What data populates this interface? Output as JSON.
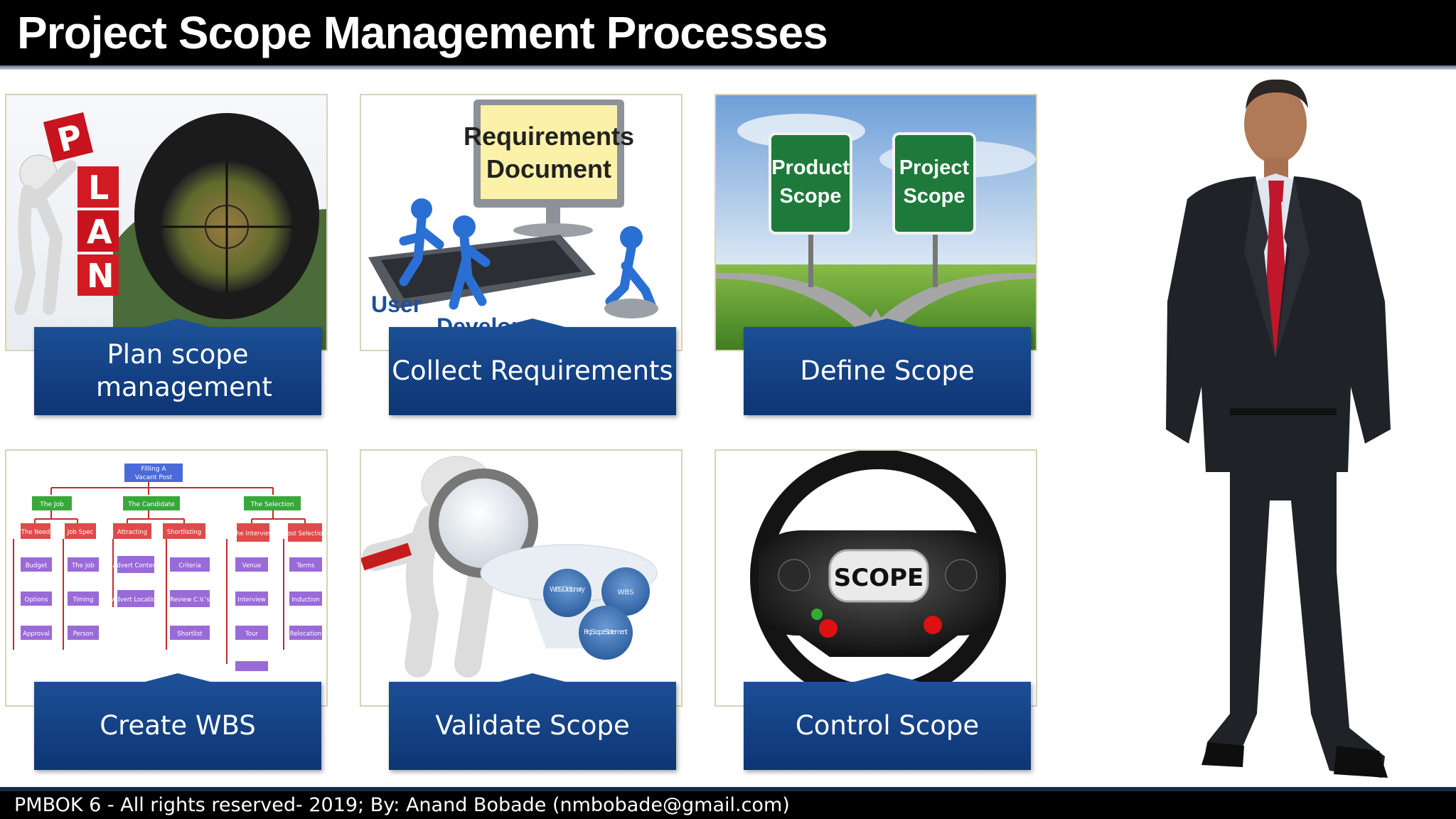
{
  "slide": {
    "title": "Project Scope Management Processes",
    "footer": "PMBOK 6 - All rights reserved- 2019; By: Anand Bobade (nmbobade@gmail.com)"
  },
  "processes": [
    {
      "label": "Plan scope management",
      "image": "plan-blocks-and-scope-crosshair",
      "image_text": [
        "P",
        "L",
        "A",
        "N"
      ]
    },
    {
      "label": "Collect Requirements",
      "image": "requirements-document-monitor",
      "image_text": [
        "Requirements",
        "Document",
        "User",
        "Developer"
      ]
    },
    {
      "label": "Define Scope",
      "image": "road-fork-signs",
      "image_text": [
        "Product",
        "Scope",
        "Project",
        "Scope"
      ]
    },
    {
      "label": "Create WBS",
      "image": "wbs-org-chart",
      "image_text": [
        "Filling A",
        "Vacant Post",
        "The Job",
        "The Candidate",
        "The Selection",
        "The Need",
        "Job Spec",
        "Attracting",
        "Shortlisting",
        "The Interview",
        "Post Selection",
        "Budget",
        "The Job",
        "Advert Content",
        "Criteria",
        "Venue",
        "Terms",
        "Options",
        "Timing",
        "Advert Location",
        "Review C.V.'s",
        "Interview",
        "Induction",
        "Approval",
        "Person",
        "Shortlist",
        "Tour",
        "Relocation"
      ]
    },
    {
      "label": "Validate Scope",
      "image": "magnifier-figure-and-funnel",
      "image_text": [
        "WBS Dictionary",
        "WBS",
        "Proj. Scope Statement"
      ]
    },
    {
      "label": "Control Scope",
      "image": "steering-wheel",
      "image_text": [
        "SCOPE"
      ]
    }
  ],
  "colors": {
    "label_bg": "#14427f",
    "header_bg": "#000000",
    "card_border": "#d8d2b8"
  },
  "presenter": {
    "image": "presenter-in-dark-suit"
  }
}
